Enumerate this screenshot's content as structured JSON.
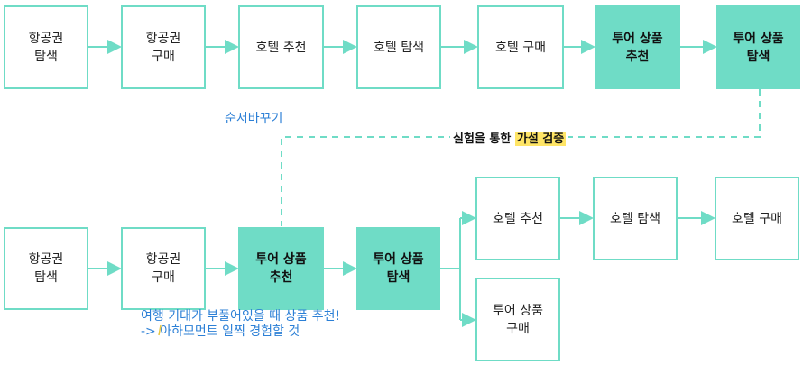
{
  "colors": {
    "box_border": "#6fdcc6",
    "box_fill": "#6fdcc6",
    "arrow": "#6fdcc6",
    "note": "#2b7fd6",
    "highlight": "#ffe566"
  },
  "top_flow": [
    {
      "label": "항공권\n탐색"
    },
    {
      "label": "항공권\n구매"
    },
    {
      "label": "호텔 추천"
    },
    {
      "label": "호텔 탐색"
    },
    {
      "label": "호텔  구매"
    },
    {
      "label": "투어 상품\n추천"
    },
    {
      "label": "투어 상품\n탐색"
    }
  ],
  "bottom_flow": [
    {
      "label": "항공권\n탐색"
    },
    {
      "label": "항공권\n구매"
    },
    {
      "label": "투어 상품\n추천"
    },
    {
      "label": "투어 상품\n탐색"
    },
    {
      "label": "호텔 추천"
    },
    {
      "label": "호텔 탐색"
    },
    {
      "label": "호텔 구매"
    },
    {
      "label": "투어 상품\n구매"
    }
  ],
  "notes": {
    "reorder": "순서바꾸기",
    "caption_part1": "실험을 통한 ",
    "caption_highlight": "가설 검증",
    "recommend_note": "여행 기대가 부풀어있을 때 상품 추천!\n-> 아하모먼트 일찍 경험할 것"
  }
}
